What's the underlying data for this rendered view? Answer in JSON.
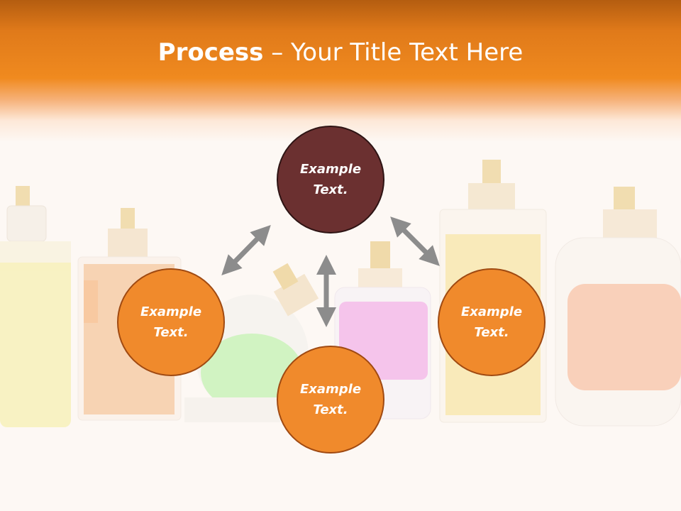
{
  "slide": {
    "title_bold": "Process",
    "title_separator": " – ",
    "title_rest": "Your Title Text Here"
  },
  "process": {
    "top": "Example Text.",
    "left": "Example Text.",
    "right": "Example Text.",
    "bottom": "Example Text."
  },
  "colors": {
    "header_orange": "#f08a1f",
    "circle_orange": "#f08a2c",
    "circle_dark": "#6b3030",
    "arrow_gray": "#8c8c8c"
  }
}
